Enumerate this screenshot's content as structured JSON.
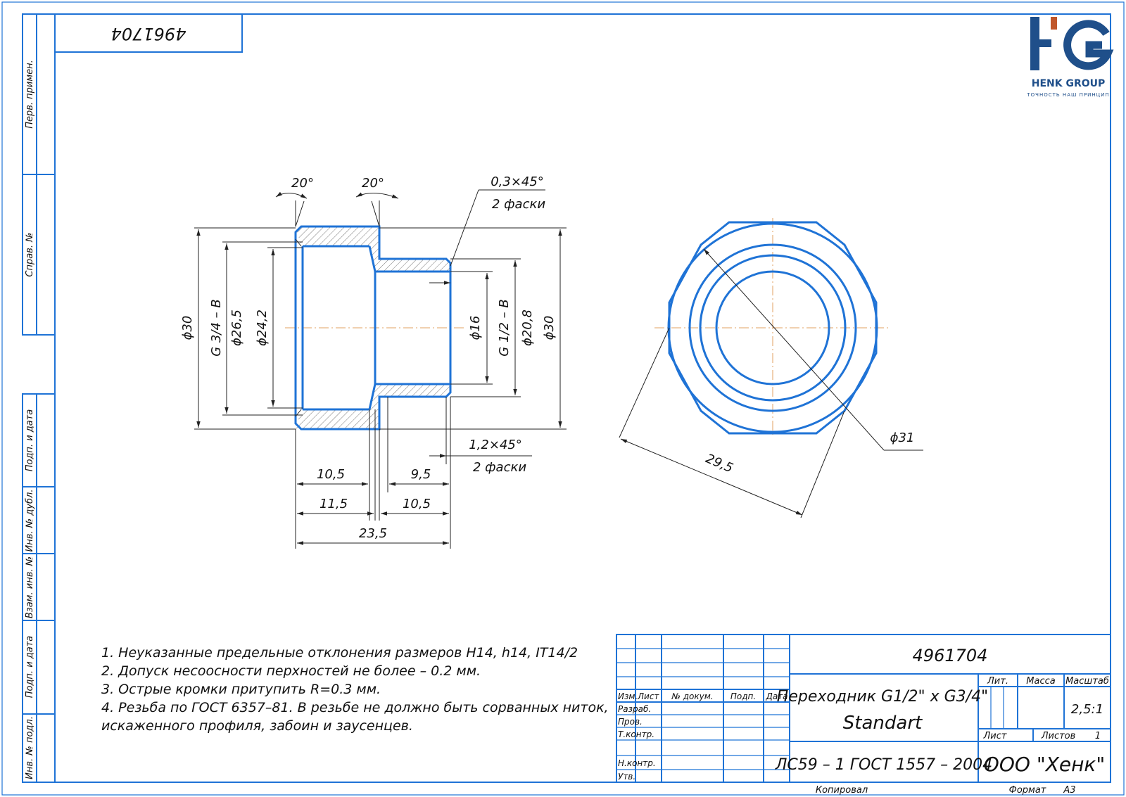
{
  "drawing_number": "4961704",
  "drawing_number_rotated": "4961704",
  "logo": {
    "letters": "HG",
    "company": "HENK GROUP",
    "tagline": "ТОЧНОСТЬ НАШ ПРИНЦИП"
  },
  "side_stamp": {
    "perv_primen": "Перв. примен.",
    "sprav_no": "Справ. №",
    "podp_data_1": "Подп. и дата",
    "inv_dubl": "Инв. № дубл.",
    "vzam_inv": "Взам. инв. №",
    "podp_data_2": "Подп. и дата",
    "inv_podl": "Инв. № подл."
  },
  "dimensions": {
    "angle_left": "20°",
    "angle_right": "20°",
    "chamfer_top": "0,3×45°",
    "chamfer_top_count": "2 фаски",
    "chamfer_bottom": "1,2×45°",
    "chamfer_bottom_count": "2 фаски",
    "d30_left": "ϕ30",
    "thread_left": "G 3/4 – B",
    "d26_5": "ϕ26,5",
    "d24_2": "ϕ24,2",
    "d16": "ϕ16",
    "thread_right": "G 1/2 – B",
    "d20_8": "ϕ20,8",
    "d30_right": "ϕ30",
    "len_10_5_a": "10,5",
    "len_11_5": "11,5",
    "len_9_5": "9,5",
    "len_10_5_b": "10,5",
    "len_23_5": "23,5",
    "d31": "ϕ31",
    "across_flats": "29,5"
  },
  "notes": [
    "1. Неуказанные предельные отклонения размеров H14, h14, IT14/2",
    "2. Допуск несоосности перхностей не более – 0.2 мм.",
    "3. Острые кромки притупить R=0.3 мм.",
    "4. Резьба по ГОСТ 6357–81. В резьбе не должно быть сорванных ниток,",
    "искаженного профиля, забоин и заусенцев."
  ],
  "title_block": {
    "doc_number": "4961704",
    "name_line1": "Переходник G1/2\" x G3/4\"",
    "name_line2": "Standart",
    "material": "ЛС59 – 1 ГОСТ 1557 – 2004",
    "company": "ООО \"Хенк\"",
    "lit": "Лит.",
    "massa": "Масса",
    "masshtab": "Масштаб",
    "scale": "2,5:1",
    "list": "Лист",
    "listov": "Листов",
    "listov_value": "1",
    "izm": "Изм.",
    "list_col": "Лист",
    "doc_no": "№ докум.",
    "podp": "Подп.",
    "data": "Дата",
    "razrab": "Разраб.",
    "prov": "Пров.",
    "tkontr": "Т.контр.",
    "nkontr": "Н.контр.",
    "utv": "Утв.",
    "kopiroval": "Копировал",
    "format": "Формат",
    "format_value": "А3"
  }
}
